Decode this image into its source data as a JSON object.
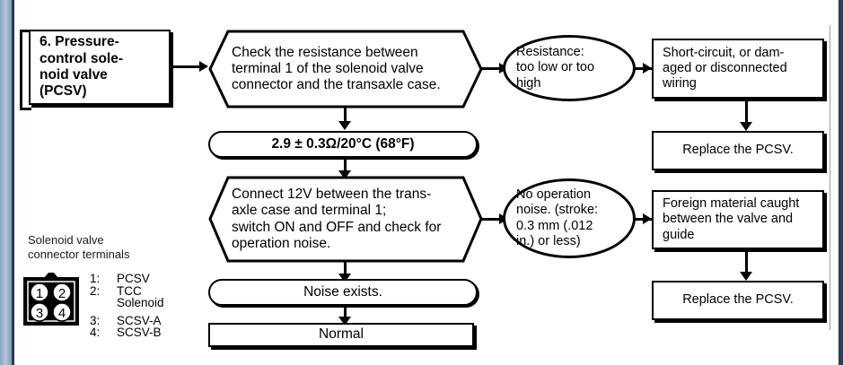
{
  "diagram": {
    "title": "Pressure-control solenoid valve (PCSV) diagnostic flowchart",
    "nodes": {
      "pcsv_header": "6. Pressure-\ncontrol sole-\nnoid valve\n(PCSV)",
      "check_resistance": "Check the resistance between\nterminal 1 of the solenoid valve\nconnector and the transaxle case.",
      "resistance_spec": "2.9 ± 0.3Ω/20°C (68°F)",
      "resistance_fault": "Resistance:\ntoo low or too\nhigh",
      "wiring_fault": "Short-circuit, or dam-\naged or disconnected\nwiring",
      "replace_pcsv_1": "Replace the PCSV.",
      "connect_12v": "Connect 12V between the trans-\naxle case and terminal 1;\nswitch ON and OFF and check for\noperation noise.",
      "no_operation_noise": "No operation\nnoise. (stroke:\n0.3 mm (.012\nin.) or less)",
      "foreign_material": "Foreign material caught\nbetween the valve and\nguide",
      "replace_pcsv_2": "Replace the PCSV.",
      "noise_exists": "Noise exists.",
      "normal": "Normal"
    }
  },
  "connector_diagram": {
    "caption": "Solenoid valve\nconnector terminals",
    "pins": [
      "1",
      "2",
      "3",
      "4"
    ],
    "legend": [
      {
        "num": "1:",
        "value": "PCSV",
        "cont": ""
      },
      {
        "num": "2:",
        "value": "TCC",
        "cont": "Solenoid"
      },
      {
        "num": "3:",
        "value": "SCSV-A",
        "cont": ""
      },
      {
        "num": "4:",
        "value": "SCSV-B",
        "cont": ""
      }
    ]
  },
  "colors": {
    "ink": "#000000",
    "page": "#ffffff",
    "edge_blue": "#8aa4c0",
    "edge_navy": "#243b55"
  }
}
